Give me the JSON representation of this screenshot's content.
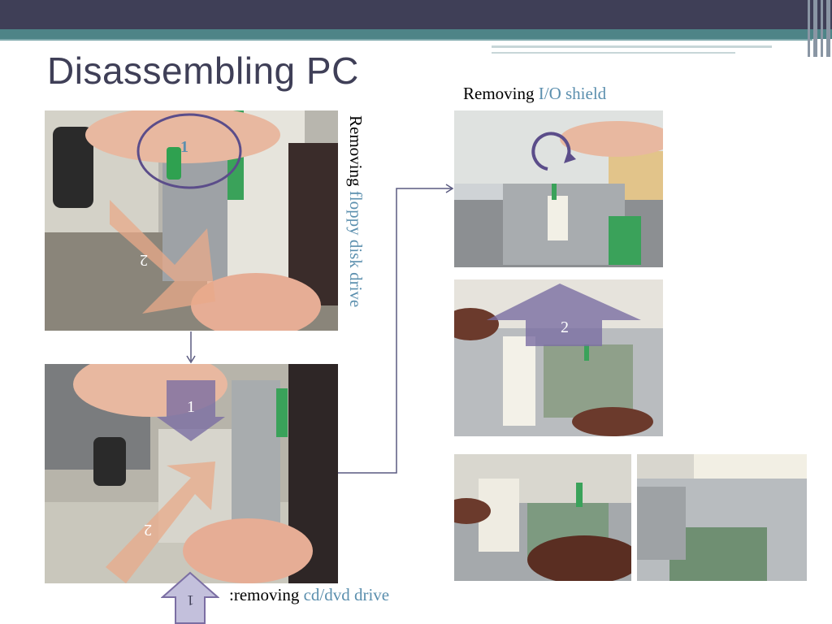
{
  "slide": {
    "title": "Disassembling PC"
  },
  "captions": {
    "floppy": {
      "prefix": "Removing ",
      "accent": "floppy disk drive"
    },
    "io_shield": {
      "prefix": "Removing ",
      "accent": "I/O shield"
    },
    "cddvd": {
      "prefix": ":removing ",
      "accent": "cd/dvd drive"
    }
  },
  "markers": {
    "floppy_step1": "1",
    "floppy_step2": "2",
    "cddvd_step1": "1",
    "cddvd_step2": "2",
    "cddvd_step1b": "1",
    "io_step2": "2"
  },
  "colors": {
    "title": "#3f3f57",
    "accent_text": "#5b8fae",
    "arrow": "#5a5a80",
    "marker_purple": "#7b6ea3",
    "marker_peach": "#e8a98a"
  }
}
